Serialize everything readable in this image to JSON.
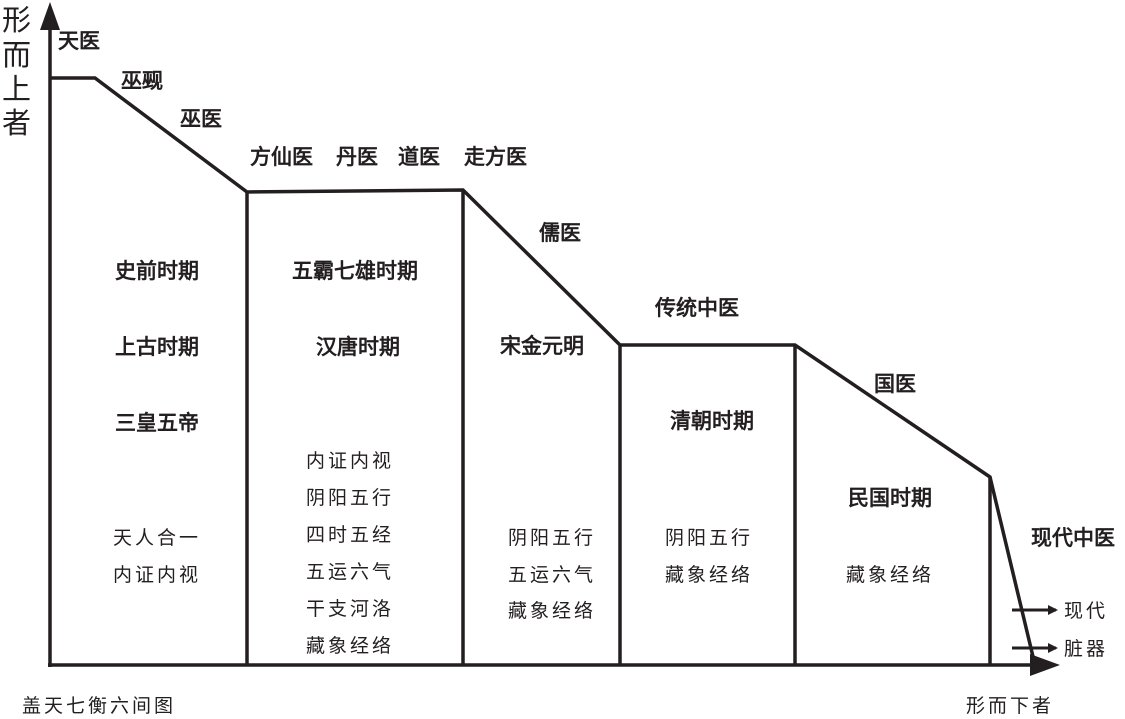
{
  "axes": {
    "y_label": [
      "形",
      "而",
      "上",
      "者"
    ],
    "x_label": "形而下者",
    "figure_label": "盖天七衡六间图"
  },
  "slope_labels": {
    "tianyi": "天医",
    "wuxi": "巫觋",
    "wuyi": "巫医",
    "fangxian": "方仙医",
    "danyi": "丹医",
    "daoyi": "道医",
    "zoufangyi": "走方医",
    "ruyi": "儒医",
    "chuantong": "传统中医",
    "guoyi": "国医",
    "xiandai": "现代中医"
  },
  "columns": [
    {
      "periods": [
        "史前时期",
        "上古时期",
        "三皇五帝"
      ],
      "items": [
        "天人合一",
        "内证内视"
      ]
    },
    {
      "periods": [
        "五霸七雄时期",
        "汉唐时期"
      ],
      "items": [
        "内证内视",
        "阴阳五行",
        "四时五经",
        "五运六气",
        "干支河洛",
        "藏象经络"
      ]
    },
    {
      "periods": [
        "宋金元明"
      ],
      "items": [
        "阴阳五行",
        "五运六气",
        "藏象经络"
      ]
    },
    {
      "periods": [
        "清朝时期"
      ],
      "items": [
        "阴阳五行",
        "藏象经络"
      ]
    },
    {
      "periods": [
        "民国时期"
      ],
      "items": [
        "藏象经络"
      ]
    }
  ],
  "arrows": [
    "现代",
    "脏器"
  ]
}
